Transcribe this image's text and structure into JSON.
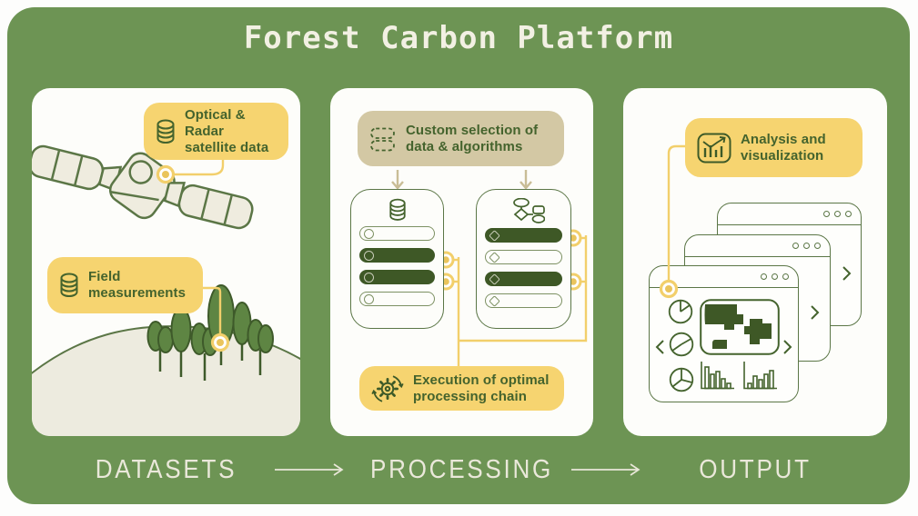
{
  "title": "Forest Carbon Platform",
  "flow": {
    "steps": [
      "DATASETS",
      "PROCESSING",
      "OUTPUT"
    ]
  },
  "panels": {
    "datasets": {
      "optical_label": "Optical & Radar\nsatellite data",
      "field_label": "Field\nmeasurements"
    },
    "processing": {
      "custom_label": "Custom selection of\ndata & algorithms",
      "execution_label": "Execution of optimal\nprocessing chain",
      "data_list": {
        "rows": [
          {
            "selected": false
          },
          {
            "selected": true
          },
          {
            "selected": true
          },
          {
            "selected": false
          }
        ]
      },
      "algorithm_list": {
        "rows": [
          {
            "selected": true
          },
          {
            "selected": false
          },
          {
            "selected": true
          },
          {
            "selected": false
          }
        ]
      }
    },
    "output": {
      "analysis_label": "Analysis and\nvisualization"
    }
  },
  "icons": {
    "database": "stacked-cylinder",
    "dashed_selection": "two-dashed-pills",
    "gear_refresh": "gear-with-circular-arrows",
    "flowchart": "connected-nodes",
    "chart_trend": "bar-chart-with-rising-arrow",
    "pie": "pie-chart",
    "window_dots": "three-circles",
    "chevron": "angle-arrow"
  },
  "colors": {
    "background_green": "#6d9454",
    "outline_green": "#5b7646",
    "text_green": "#44632d",
    "dark_fill_green": "#3e5826",
    "tree_green": "#5e8543",
    "accent_yellow": "#f6d470",
    "connector_yellow": "#f2cf6b",
    "tan": "#d3c8a4",
    "cream": "#edebdf",
    "panel_white": "#fdfdfa",
    "title_cream": "#f2f0e3"
  }
}
